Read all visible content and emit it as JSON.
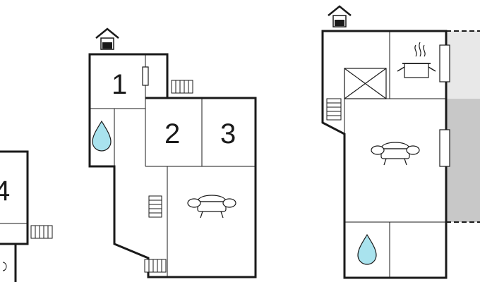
{
  "diagram": {
    "type": "floor-plan",
    "room_labels": {
      "room1": "1",
      "room2": "2",
      "room3": "3",
      "room4": "4"
    },
    "icons": {
      "entrance": "house-entrance-icon",
      "bath": "water-drop-icon",
      "living": "sofa-icon",
      "kitchen": "cooking-pot-icon",
      "storage": "crossed-box-icon",
      "stairs": "stairs-icon"
    },
    "colors": {
      "wall": "#1a1a1a",
      "water": "#a9e3ee",
      "terrace_light": "#e8e8e8",
      "terrace_dark": "#c8c8c8",
      "background": "#ffffff"
    }
  }
}
